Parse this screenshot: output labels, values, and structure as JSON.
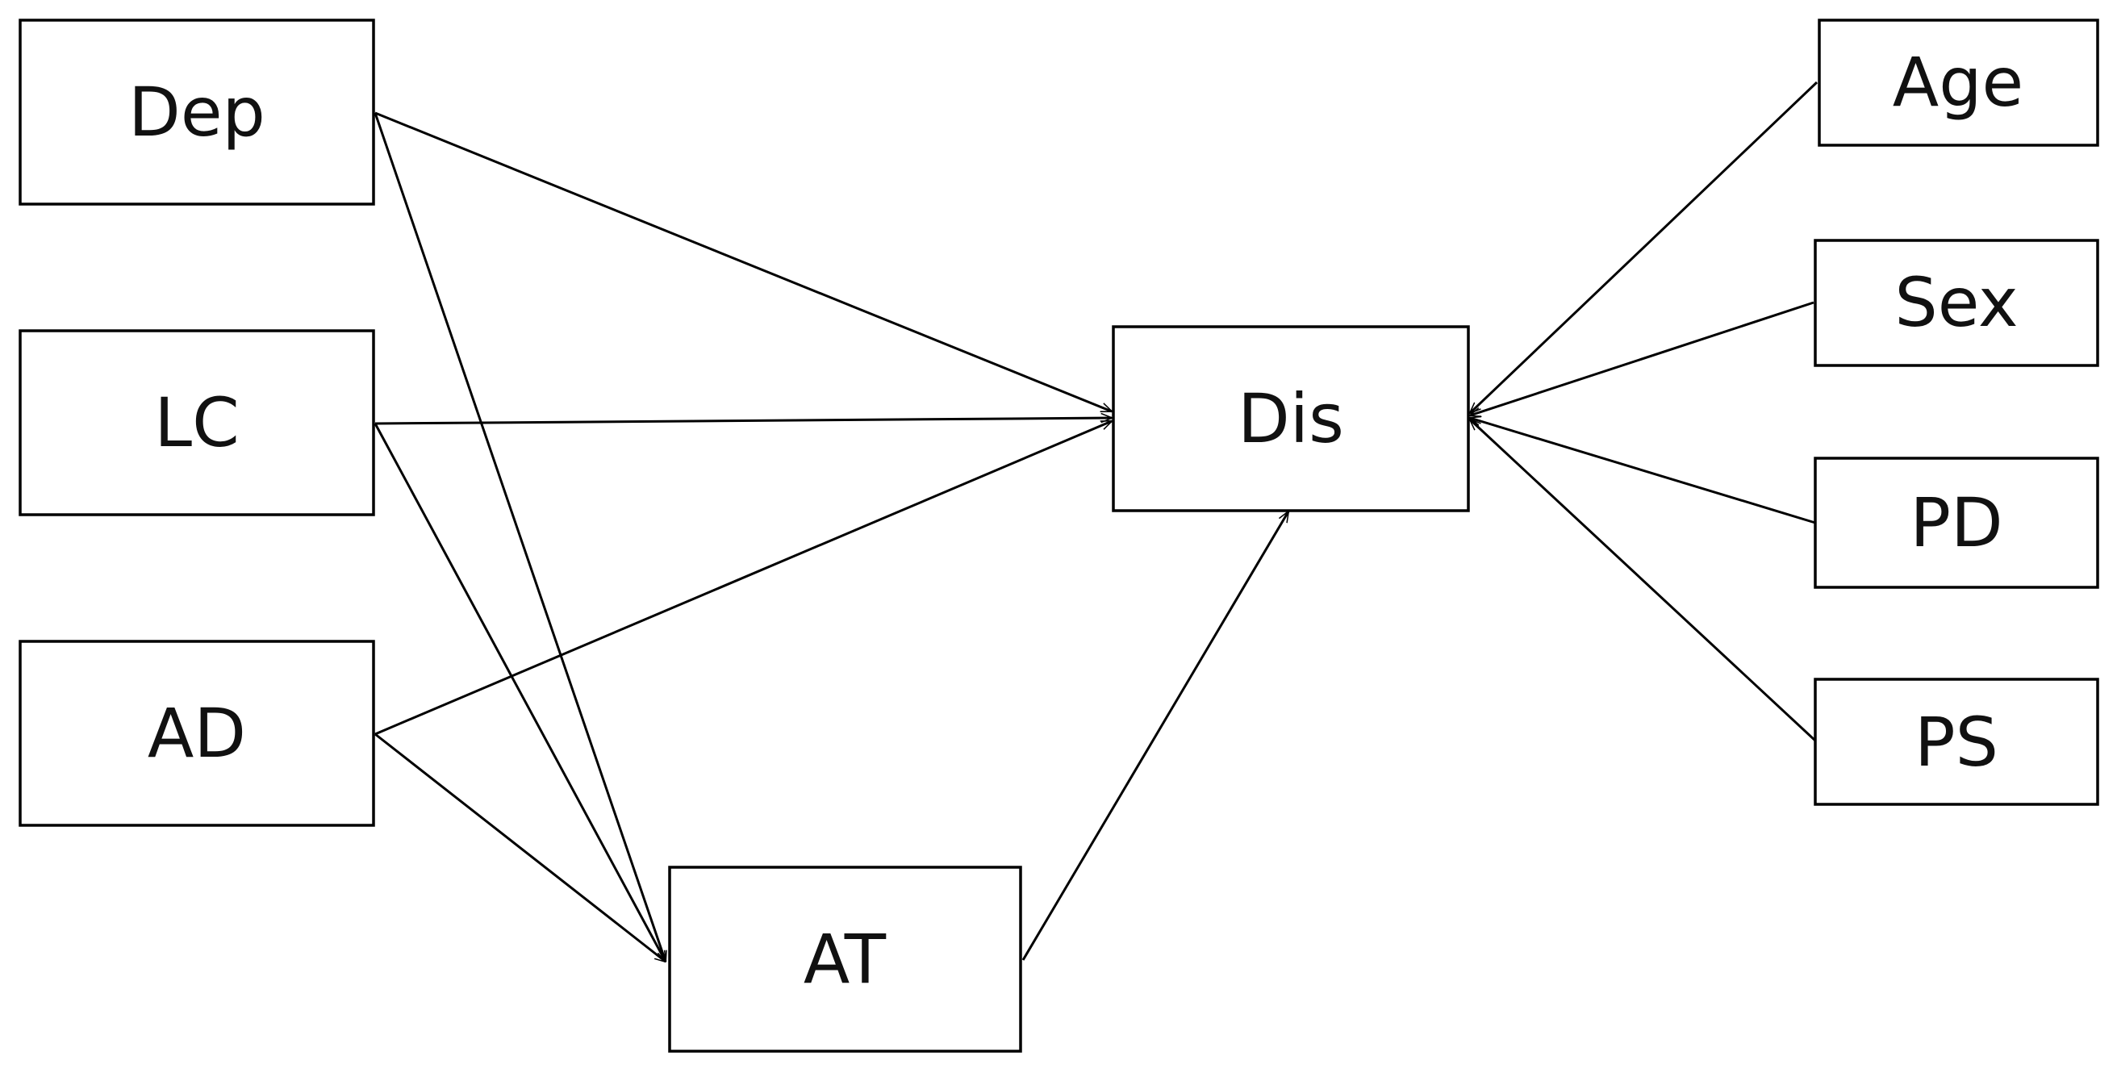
{
  "nodes": [
    {
      "id": "dep",
      "label": "Dep"
    },
    {
      "id": "lc",
      "label": "LC"
    },
    {
      "id": "ad",
      "label": "AD"
    },
    {
      "id": "at",
      "label": "AT"
    },
    {
      "id": "dis",
      "label": "Dis"
    },
    {
      "id": "age",
      "label": "Age"
    },
    {
      "id": "sex",
      "label": "Sex"
    },
    {
      "id": "pd",
      "label": "PD"
    },
    {
      "id": "ps",
      "label": "PS"
    }
  ],
  "edges": [
    {
      "from": "dep",
      "to": "dis"
    },
    {
      "from": "lc",
      "to": "dis"
    },
    {
      "from": "ad",
      "to": "dis"
    },
    {
      "from": "dep",
      "to": "at"
    },
    {
      "from": "lc",
      "to": "at"
    },
    {
      "from": "ad",
      "to": "at"
    },
    {
      "from": "at",
      "to": "dis"
    },
    {
      "from": "age",
      "to": "dis"
    },
    {
      "from": "sex",
      "to": "dis"
    },
    {
      "from": "pd",
      "to": "dis"
    },
    {
      "from": "ps",
      "to": "dis"
    }
  ],
  "colors": {
    "stroke": "#000000",
    "text": "#111111",
    "background": "#ffffff"
  }
}
